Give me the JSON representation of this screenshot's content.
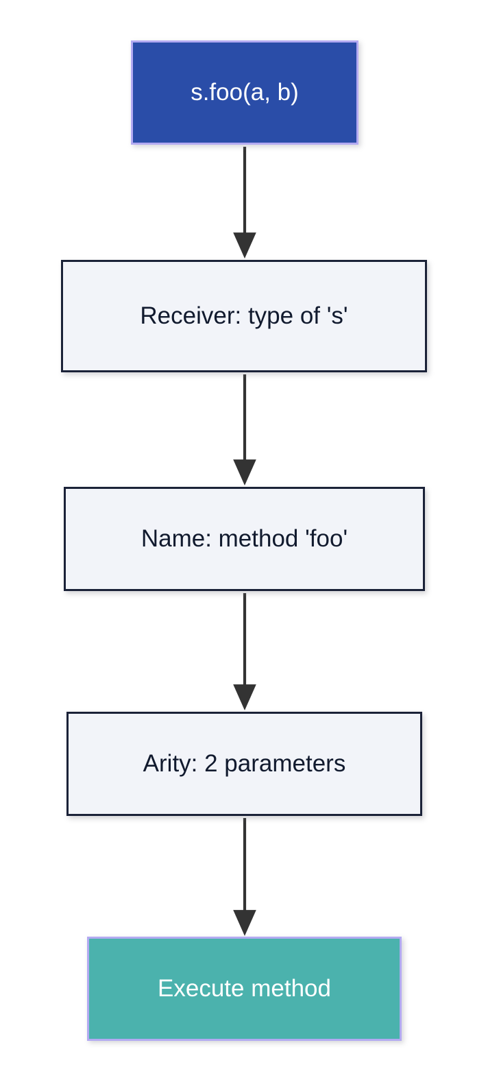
{
  "diagram": {
    "type": "flowchart",
    "orientation": "top-to-bottom",
    "background_color": "#ffffff",
    "nodes": [
      {
        "id": "start",
        "label": "s.foo(a, b)",
        "shape": "rectangle",
        "fill": "#2A4DA8",
        "stroke": "#b3aaf2",
        "text_color": "#ffffff"
      },
      {
        "id": "receiver",
        "label": "Receiver: type of 's'",
        "shape": "rectangle",
        "fill": "#f2f4f9",
        "stroke": "#1b2238",
        "text_color": "#111a2e"
      },
      {
        "id": "name",
        "label": "Name: method 'foo'",
        "shape": "rectangle",
        "fill": "#f2f4f9",
        "stroke": "#1b2238",
        "text_color": "#111a2e"
      },
      {
        "id": "arity",
        "label": "Arity: 2 parameters",
        "shape": "rectangle",
        "fill": "#f2f4f9",
        "stroke": "#1b2238",
        "text_color": "#111a2e"
      },
      {
        "id": "execute",
        "label": "Execute method",
        "shape": "rectangle",
        "fill": "#4BB2AD",
        "stroke": "#b3aaf2",
        "text_color": "#ffffff"
      }
    ],
    "edges": [
      {
        "id": "edge-start-receiver",
        "from": "start",
        "to": "receiver",
        "label": "",
        "arrow": "solid-triangle",
        "color": "#333333"
      },
      {
        "id": "edge-receiver-name",
        "from": "receiver",
        "to": "name",
        "label": "",
        "arrow": "solid-triangle",
        "color": "#333333"
      },
      {
        "id": "edge-name-arity",
        "from": "name",
        "to": "arity",
        "label": "",
        "arrow": "solid-triangle",
        "color": "#333333"
      },
      {
        "id": "edge-arity-execute",
        "from": "arity",
        "to": "execute",
        "label": "",
        "arrow": "solid-triangle",
        "color": "#333333"
      }
    ]
  }
}
